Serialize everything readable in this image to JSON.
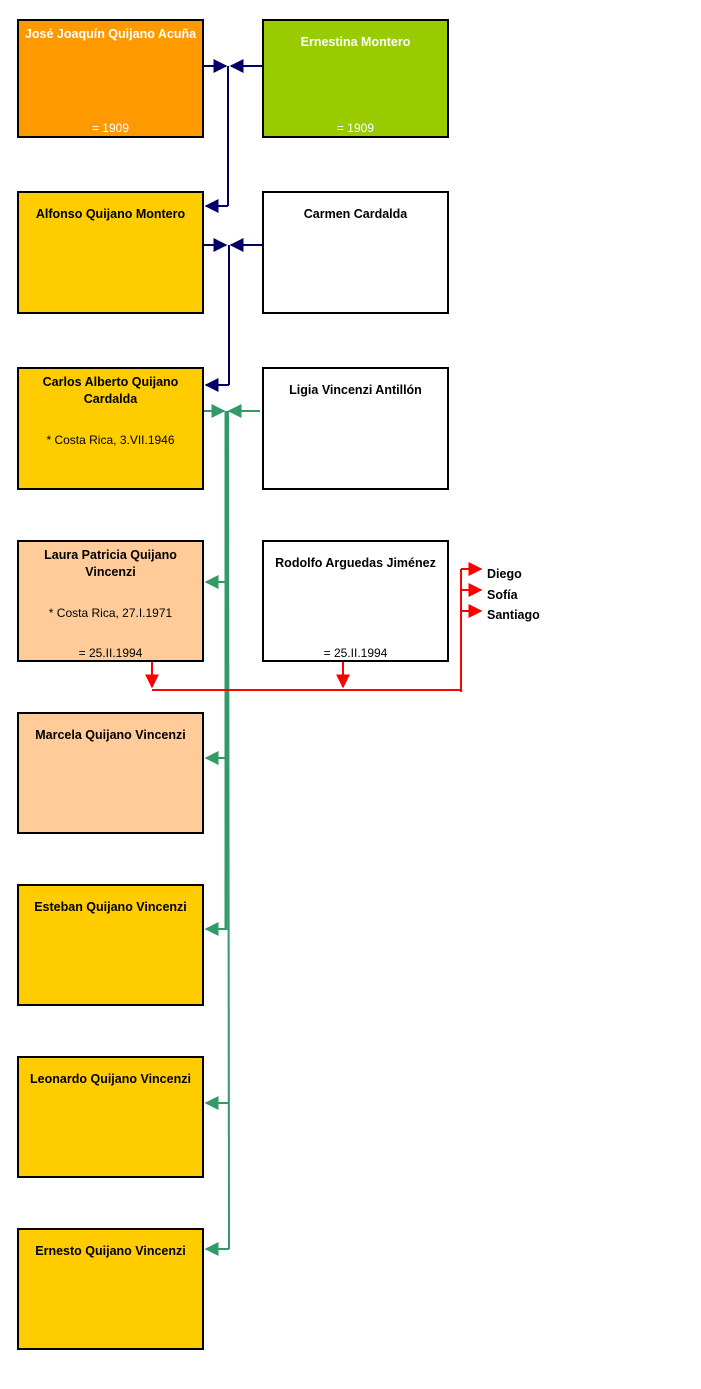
{
  "colors": {
    "orange": "#ff9900",
    "green": "#99cc00",
    "gold": "#ffcc00",
    "peach": "#ffcc99",
    "white": "#ffffff",
    "navy": "#000066",
    "teal": "#339966",
    "red": "#ff0000"
  },
  "persons": {
    "jose": {
      "name": "José Joaquín Quijano Acuña",
      "line3": "= 1909"
    },
    "ernestina": {
      "name": "Ernestina Montero",
      "line3": "= 1909"
    },
    "alfonso": {
      "name": "Alfonso Quijano Montero"
    },
    "carmen": {
      "name": "Carmen Cardalda"
    },
    "carlos": {
      "name": "Carlos Alberto Quijano Cardalda",
      "line2": "* Costa Rica,  3.VII.1946"
    },
    "ligia": {
      "name": "Ligia Vincenzi Antillón"
    },
    "laura": {
      "name": "Laura Patricia Quijano Vincenzi",
      "line2": "* Costa Rica, 27.I.1971",
      "line3": "= 25.II.1994"
    },
    "rodolfo": {
      "name": "Rodolfo Arguedas Jiménez",
      "line3": "= 25.II.1994"
    },
    "marcela": {
      "name": "Marcela Quijano Vincenzi"
    },
    "esteban": {
      "name": "Esteban Quijano Vincenzi"
    },
    "leonardo": {
      "name": "Leonardo Quijano Vincenzi"
    },
    "ernesto": {
      "name": "Ernesto Quijano Vincenzi"
    }
  },
  "grandchildren": [
    "Diego",
    "Sofía",
    "Santiago"
  ]
}
